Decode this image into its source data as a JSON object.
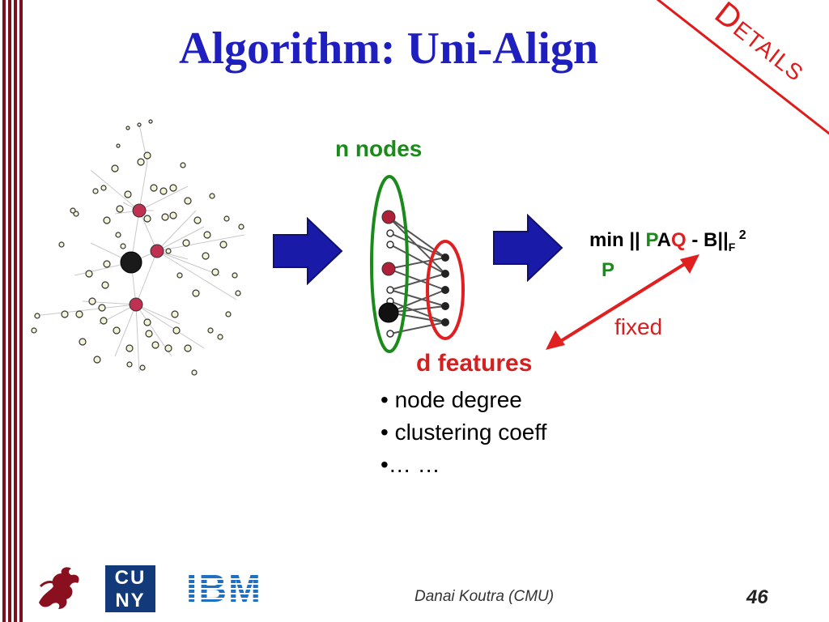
{
  "slide": {
    "title": "Algorithm: Uni-Align",
    "banner": "Details",
    "n_nodes_label": "n nodes",
    "d_features_label": "d features",
    "formula": {
      "prefix": "min || ",
      "P": "P",
      "A": "A",
      "Q": "Q",
      "middle": " - B||",
      "subscript": "F",
      "superscript": " 2",
      "under": "P"
    },
    "fixed_label": "fixed",
    "bullets": [
      "• node degree",
      "• clustering coeff",
      "•… …"
    ],
    "footer": "Danai Koutra (CMU)",
    "page_number": "46",
    "logos": {
      "cuny_top": "CU",
      "cuny_bottom": "NY",
      "ibm": "IBM"
    }
  },
  "colors": {
    "title_blue": "#1f1fbf",
    "arrow_blue": "#1a1aa8",
    "green": "#1a8a1a",
    "red": "#e02020",
    "maroon": "#7a1020"
  }
}
